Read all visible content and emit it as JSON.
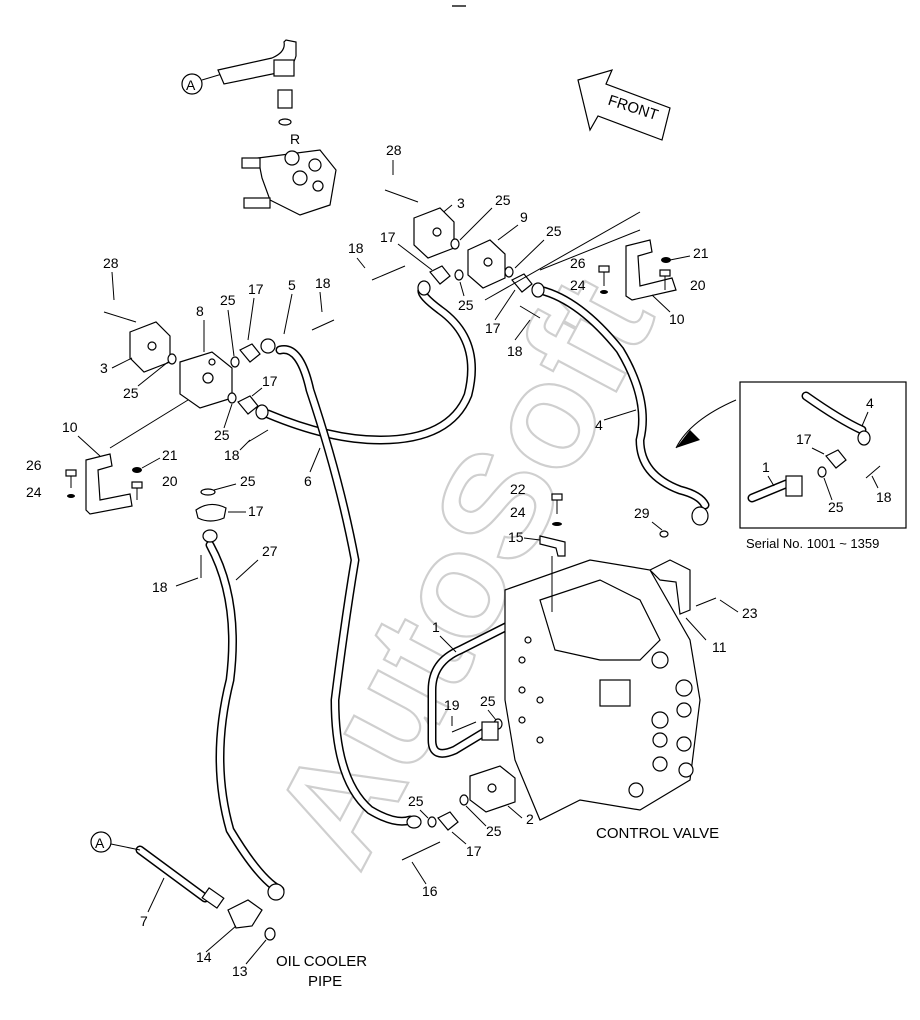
{
  "watermark": "AutoSoft",
  "labels": {
    "front": "FRONT",
    "control_valve": "CONTROL VALVE",
    "oil_cooler_line1": "OIL COOLER",
    "oil_cooler_line2": "PIPE",
    "serial": "Serial No. 1001 ~ 1359",
    "ref_a_top": "A",
    "ref_a_bottom": "A",
    "port_r": "R"
  },
  "callouts": {
    "c28a": "28",
    "c3a": "3",
    "c25a": "25",
    "c9": "9",
    "c25b": "25",
    "c17a": "17",
    "c18a": "18",
    "c25c": "25",
    "c17b": "17",
    "c18b": "18",
    "c26a": "26",
    "c21a": "21",
    "c24a": "24",
    "c20a": "20",
    "c10a": "10",
    "c28b": "28",
    "c8": "8",
    "c25d": "25",
    "c17c": "17",
    "c5": "5",
    "c18c": "18",
    "c3b": "3",
    "c25e": "25",
    "c17d": "17",
    "c25f": "25",
    "c18d": "18",
    "c10b": "10",
    "c21b": "21",
    "c26b": "26",
    "c20b": "20",
    "c24b": "24",
    "c6": "6",
    "c25g": "25",
    "c17e": "17",
    "c27": "27",
    "c18e": "18",
    "c4": "4",
    "c22": "22",
    "c24c": "24",
    "c15": "15",
    "c29": "29",
    "c23": "23",
    "c11": "11",
    "c1": "1",
    "c19": "19",
    "c25h": "25",
    "c25i": "25",
    "c25j": "25",
    "c2": "2",
    "c17f": "17",
    "c16": "16",
    "c7": "7",
    "c14": "14",
    "c13": "13",
    "inset_4": "4",
    "inset_17": "17",
    "inset_1": "1",
    "inset_25": "25",
    "inset_18": "18"
  }
}
